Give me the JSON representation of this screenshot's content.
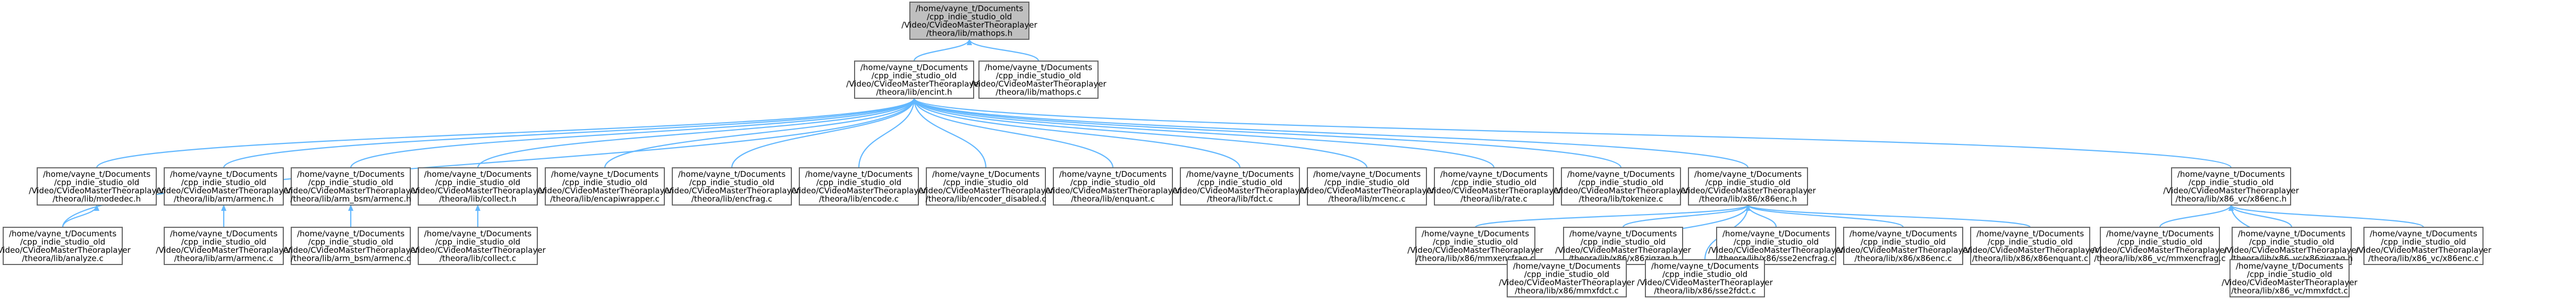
{
  "diagram": {
    "nodes": [
      {
        "id": "mathops_h",
        "lines": [
          "/home/vayne_t/Documents",
          "/cpp_indie_studio_old",
          "/Video/CVideoMasterTheoraplayer",
          "/theora/lib/mathops.h"
        ],
        "highlighted": true
      },
      {
        "id": "encint_h",
        "lines": [
          "/home/vayne_t/Documents",
          "/cpp_indie_studio_old",
          "/Video/CVideoMasterTheoraplayer",
          "/theora/lib/encint.h"
        ]
      },
      {
        "id": "mathops_c",
        "lines": [
          "/home/vayne_t/Documents",
          "/cpp_indie_studio_old",
          "/Video/CVideoMasterTheoraplayer",
          "/theora/lib/mathops.c"
        ]
      },
      {
        "id": "modedec_h",
        "lines": [
          "/home/vayne_t/Documents",
          "/cpp_indie_studio_old",
          "/Video/CVideoMasterTheoraplayer",
          "/theora/lib/modedec.h"
        ]
      },
      {
        "id": "armenc_h",
        "lines": [
          "/home/vayne_t/Documents",
          "/cpp_indie_studio_old",
          "/Video/CVideoMasterTheoraplayer",
          "/theora/lib/arm/armenc.h"
        ]
      },
      {
        "id": "arm_bsm_armenc_h",
        "lines": [
          "/home/vayne_t/Documents",
          "/cpp_indie_studio_old",
          "/Video/CVideoMasterTheoraplayer",
          "/theora/lib/arm_bsm/armenc.h"
        ]
      },
      {
        "id": "collect_h",
        "lines": [
          "/home/vayne_t/Documents",
          "/cpp_indie_studio_old",
          "/Video/CVideoMasterTheoraplayer",
          "/theora/lib/collect.h"
        ]
      },
      {
        "id": "encapiwrapper_c",
        "lines": [
          "/home/vayne_t/Documents",
          "/cpp_indie_studio_old",
          "/Video/CVideoMasterTheoraplayer",
          "/theora/lib/encapiwrapper.c"
        ]
      },
      {
        "id": "encfrag_c",
        "lines": [
          "/home/vayne_t/Documents",
          "/cpp_indie_studio_old",
          "/Video/CVideoMasterTheoraplayer",
          "/theora/lib/encfrag.c"
        ]
      },
      {
        "id": "encode_c",
        "lines": [
          "/home/vayne_t/Documents",
          "/cpp_indie_studio_old",
          "/Video/CVideoMasterTheoraplayer",
          "/theora/lib/encode.c"
        ]
      },
      {
        "id": "encoder_disabled_c",
        "lines": [
          "/home/vayne_t/Documents",
          "/cpp_indie_studio_old",
          "/Video/CVideoMasterTheoraplayer",
          "/theora/lib/encoder_disabled.c"
        ]
      },
      {
        "id": "enquant_c",
        "lines": [
          "/home/vayne_t/Documents",
          "/cpp_indie_studio_old",
          "/Video/CVideoMasterTheoraplayer",
          "/theora/lib/enquant.c"
        ]
      },
      {
        "id": "fdct_c",
        "lines": [
          "/home/vayne_t/Documents",
          "/cpp_indie_studio_old",
          "/Video/CVideoMasterTheoraplayer",
          "/theora/lib/fdct.c"
        ]
      },
      {
        "id": "mcenc_c",
        "lines": [
          "/home/vayne_t/Documents",
          "/cpp_indie_studio_old",
          "/Video/CVideoMasterTheoraplayer",
          "/theora/lib/mcenc.c"
        ]
      },
      {
        "id": "rate_c",
        "lines": [
          "/home/vayne_t/Documents",
          "/cpp_indie_studio_old",
          "/Video/CVideoMasterTheoraplayer",
          "/theora/lib/rate.c"
        ]
      },
      {
        "id": "tokenize_c",
        "lines": [
          "/home/vayne_t/Documents",
          "/cpp_indie_studio_old",
          "/Video/CVideoMasterTheoraplayer",
          "/theora/lib/tokenize.c"
        ]
      },
      {
        "id": "x86enc_h",
        "lines": [
          "/home/vayne_t/Documents",
          "/cpp_indie_studio_old",
          "/Video/CVideoMasterTheoraplayer",
          "/theora/lib/x86/x86enc.h"
        ]
      },
      {
        "id": "x86enc_vc_h",
        "lines": [
          "/home/vayne_t/Documents",
          "/cpp_indie_studio_old",
          "/Video/CVideoMasterTheoraplayer",
          "/theora/lib/x86_vc/x86enc.h"
        ]
      },
      {
        "id": "analyze_c",
        "lines": [
          "/home/vayne_t/Documents",
          "/cpp_indie_studio_old",
          "/Video/CVideoMasterTheoraplayer",
          "/theora/lib/analyze.c"
        ]
      },
      {
        "id": "armenc_c",
        "lines": [
          "/home/vayne_t/Documents",
          "/cpp_indie_studio_old",
          "/Video/CVideoMasterTheoraplayer",
          "/theora/lib/arm/armenc.c"
        ]
      },
      {
        "id": "arm_bsm_armenc_c",
        "lines": [
          "/home/vayne_t/Documents",
          "/cpp_indie_studio_old",
          "/Video/CVideoMasterTheoraplayer",
          "/theora/lib/arm_bsm/armenc.c"
        ]
      },
      {
        "id": "collect_c",
        "lines": [
          "/home/vayne_t/Documents",
          "/cpp_indie_studio_old",
          "/Video/CVideoMasterTheoraplayer",
          "/theora/lib/collect.c"
        ]
      },
      {
        "id": "x86_mmxencfrag_c",
        "lines": [
          "/home/vayne_t/Documents",
          "/cpp_indie_studio_old",
          "/Video/CVideoMasterTheoraplayer",
          "/theora/lib/x86/mmxencfrag.c"
        ]
      },
      {
        "id": "x86_x86zigzag_h",
        "lines": [
          "/home/vayne_t/Documents",
          "/cpp_indie_studio_old",
          "/Video/CVideoMasterTheoraplayer",
          "/theora/lib/x86/x86zigzag.h"
        ]
      },
      {
        "id": "x86_sse2encfrag_c",
        "lines": [
          "/home/vayne_t/Documents",
          "/cpp_indie_studio_old",
          "/Video/CVideoMasterTheoraplayer",
          "/theora/lib/x86/sse2encfrag.c"
        ]
      },
      {
        "id": "x86_x86enc_c",
        "lines": [
          "/home/vayne_t/Documents",
          "/cpp_indie_studio_old",
          "/Video/CVideoMasterTheoraplayer",
          "/theora/lib/x86/x86enc.c"
        ]
      },
      {
        "id": "x86_x86enquant_c",
        "lines": [
          "/home/vayne_t/Documents",
          "/cpp_indie_studio_old",
          "/Video/CVideoMasterTheoraplayer",
          "/theora/lib/x86/x86enquant.c"
        ]
      },
      {
        "id": "x86_mmxfdct_c",
        "lines": [
          "/home/vayne_t/Documents",
          "/cpp_indie_studio_old",
          "/Video/CVideoMasterTheoraplayer",
          "/theora/lib/x86/mmxfdct.c"
        ]
      },
      {
        "id": "x86_sse2fdct_c",
        "lines": [
          "/home/vayne_t/Documents",
          "/cpp_indie_studio_old",
          "/Video/CVideoMasterTheoraplayer",
          "/theora/lib/x86/sse2fdct.c"
        ]
      },
      {
        "id": "x86vc_mmxencfrag_c",
        "lines": [
          "/home/vayne_t/Documents",
          "/cpp_indie_studio_old",
          "/Video/CVideoMasterTheoraplayer",
          "/theora/lib/x86_vc/mmxencfrag.c"
        ]
      },
      {
        "id": "x86vc_x86zigzag_h",
        "lines": [
          "/home/vayne_t/Documents",
          "/cpp_indie_studio_old",
          "/Video/CVideoMasterTheoraplayer",
          "/theora/lib/x86_vc/x86zigzag.h"
        ]
      },
      {
        "id": "x86vc_x86enc_c",
        "lines": [
          "/home/vayne_t/Documents",
          "/cpp_indie_studio_old",
          "/Video/CVideoMasterTheoraplayer",
          "/theora/lib/x86_vc/x86enc.c"
        ]
      },
      {
        "id": "x86vc_mmxfdct_c",
        "lines": [
          "/home/vayne_t/Documents",
          "/cpp_indie_studio_old",
          "/Video/CVideoMasterTheoraplayer",
          "/theora/lib/x86_vc/mmxfdct.c"
        ]
      }
    ],
    "edges": [
      [
        "encint_h",
        "mathops_h"
      ],
      [
        "mathops_c",
        "mathops_h"
      ],
      [
        "modedec_h",
        "encint_h"
      ],
      [
        "armenc_h",
        "encint_h"
      ],
      [
        "arm_bsm_armenc_h",
        "encint_h"
      ],
      [
        "collect_h",
        "encint_h"
      ],
      [
        "encapiwrapper_c",
        "encint_h"
      ],
      [
        "encfrag_c",
        "encint_h"
      ],
      [
        "encode_c",
        "encint_h"
      ],
      [
        "encoder_disabled_c",
        "encint_h"
      ],
      [
        "enquant_c",
        "encint_h"
      ],
      [
        "fdct_c",
        "encint_h"
      ],
      [
        "mcenc_c",
        "encint_h"
      ],
      [
        "rate_c",
        "encint_h"
      ],
      [
        "tokenize_c",
        "encint_h"
      ],
      [
        "x86enc_h",
        "encint_h"
      ],
      [
        "x86enc_vc_h",
        "encint_h"
      ],
      [
        "analyze_c",
        "encint_h"
      ],
      [
        "analyze_c",
        "modedec_h"
      ],
      [
        "armenc_c",
        "armenc_h"
      ],
      [
        "arm_bsm_armenc_c",
        "arm_bsm_armenc_h"
      ],
      [
        "collect_c",
        "collect_h"
      ],
      [
        "x86_mmxencfrag_c",
        "x86enc_h"
      ],
      [
        "x86_x86zigzag_h",
        "x86enc_h"
      ],
      [
        "x86_sse2encfrag_c",
        "x86enc_h"
      ],
      [
        "x86_x86enc_c",
        "x86enc_h"
      ],
      [
        "x86_x86enquant_c",
        "x86enc_h"
      ],
      [
        "x86_mmxfdct_c",
        "x86enc_h"
      ],
      [
        "x86_sse2fdct_c",
        "x86enc_h"
      ],
      [
        "x86_mmxfdct_c",
        "x86_x86zigzag_h"
      ],
      [
        "x86_sse2fdct_c",
        "x86_x86zigzag_h"
      ],
      [
        "x86vc_mmxencfrag_c",
        "x86enc_vc_h"
      ],
      [
        "x86vc_x86zigzag_h",
        "x86enc_vc_h"
      ],
      [
        "x86vc_x86enc_c",
        "x86enc_vc_h"
      ],
      [
        "x86vc_mmxfdct_c",
        "x86enc_vc_h"
      ],
      [
        "x86vc_mmxfdct_c",
        "x86vc_x86zigzag_h"
      ]
    ],
    "colors": {
      "highlight_fill": "#bfbfbf",
      "node_fill": "#ffffff",
      "node_border": "#666666",
      "edge": "#63b8ff",
      "text": "#000000"
    }
  }
}
